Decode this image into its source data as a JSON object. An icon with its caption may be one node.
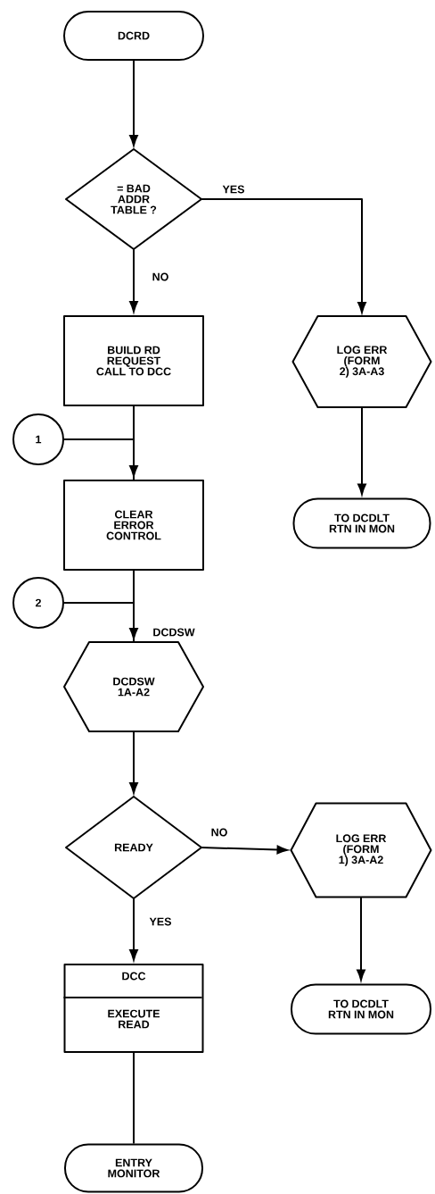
{
  "diagram": {
    "nodes": [
      {
        "text": [
          "DCRD"
        ]
      },
      {
        "text": [
          "= BAD ADDR TABLE ?"
        ]
      },
      {
        "text": [
          "BUILD RD REQUEST CALL TO DCC"
        ]
      },
      {
        "text": [
          "LOG ERR (FORM 2) 3A-A3"
        ]
      },
      {
        "text": [
          "TO DCDLT RTN IN MON"
        ]
      },
      {
        "text": [
          "1"
        ]
      },
      {
        "text": [
          "CLEAR ERROR CONTROL"
        ]
      },
      {
        "text": [
          "2"
        ]
      },
      {
        "text": [
          "DCDSW 1A-A2"
        ],
        "beside": [
          "DCDSW"
        ]
      },
      {
        "text": [
          "READY"
        ]
      },
      {
        "text": [
          "LOG ERR (FORM 1) 3A-A2"
        ]
      },
      {
        "text": [
          "TO DCDLT RTN IN MON"
        ]
      },
      {
        "text": [
          "DCC",
          "EXECUTE READ"
        ]
      },
      {
        "text": [
          "ENTRY MONITOR"
        ]
      }
    ],
    "edges": [
      {
        "from": 0,
        "to": 1,
        "arrow": "to"
      },
      {
        "from": 1,
        "to": 3,
        "arrow": "to",
        "label": "YES"
      },
      {
        "from": 1,
        "to": 2,
        "arrow": "to",
        "label": "NO"
      },
      {
        "from": 3,
        "to": 4,
        "arrow": "to"
      },
      {
        "from": 2,
        "to": 6,
        "arrow": "none"
      },
      {
        "from": 5,
        "to": 6,
        "arrow": "to"
      },
      {
        "from": 6,
        "to": 8,
        "arrow": "none"
      },
      {
        "from": 7,
        "to": 8,
        "arrow": "to"
      },
      {
        "from": 8,
        "to": 9,
        "arrow": "to"
      },
      {
        "from": 9,
        "to": 10,
        "arrow": "to",
        "label": "NO"
      },
      {
        "from": 9,
        "to": 12,
        "arrow": "to",
        "label": "YES"
      },
      {
        "from": 10,
        "to": 11,
        "arrow": "to"
      },
      {
        "from": 12,
        "to": 13,
        "arrow": "none"
      }
    ]
  }
}
